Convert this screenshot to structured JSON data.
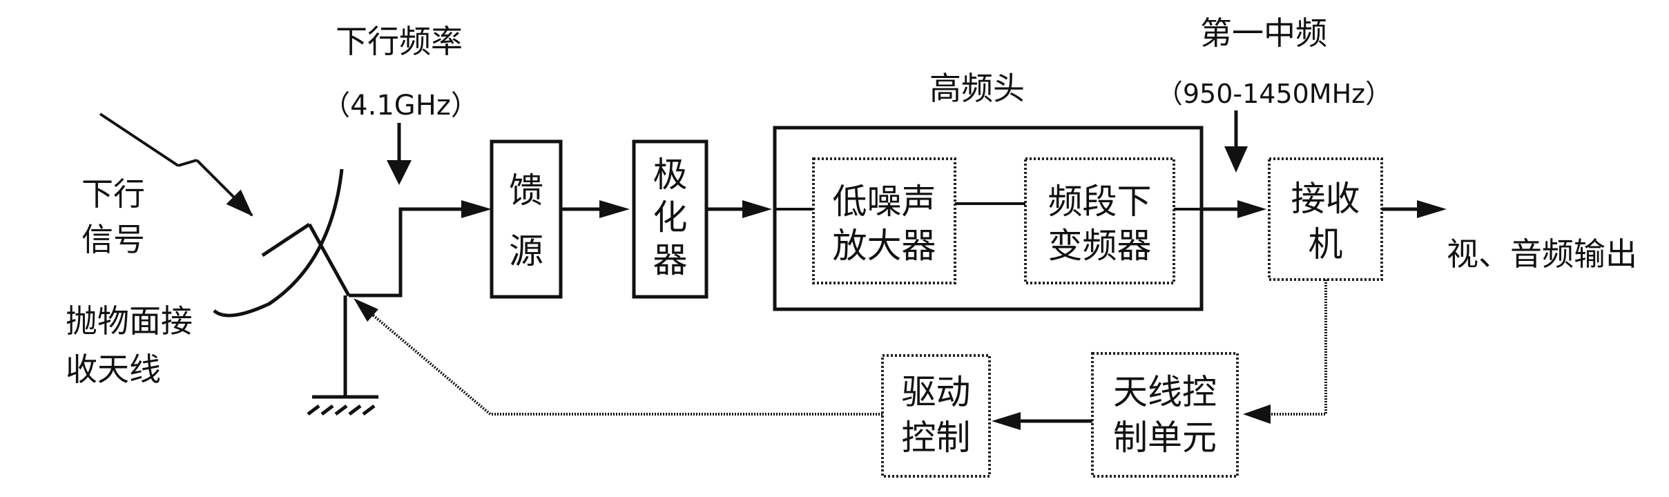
{
  "labels": {
    "downlink_freq": "下行频率",
    "downlink_freq_value": "（4.1GHz）",
    "downlink_signal": "下行\n信号",
    "parabolic_antenna": "抛物面接\n收天线",
    "lnb_title": "高频头",
    "first_if": "第一中频",
    "first_if_range": "（950-1450MHz）",
    "av_output": "视、音频输出"
  },
  "blocks": {
    "feed": "馈\n源",
    "polarizer": "极\n化\n器",
    "lna": "低噪声\n放大器",
    "downconverter": "频段下\n变频器",
    "receiver": "接收\n机",
    "antenna_control": "天线控\n制单元",
    "drive_control": "驱动\n控制"
  }
}
